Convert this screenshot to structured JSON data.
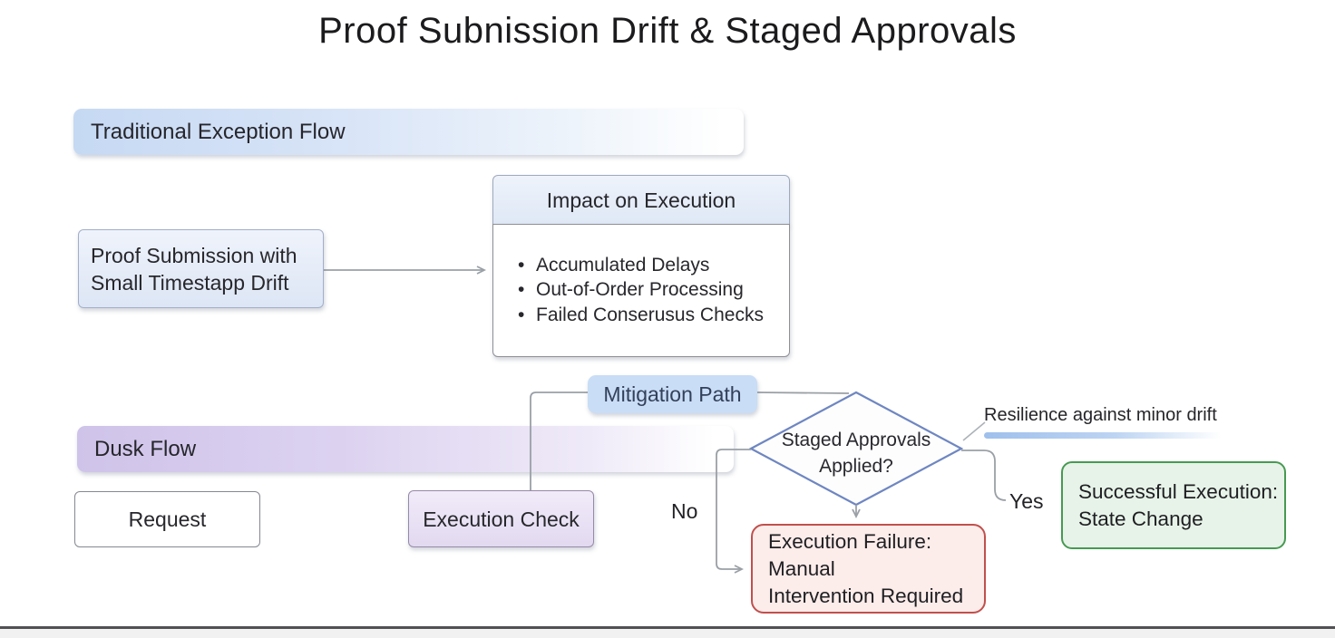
{
  "title": "Proof Subnission Drift & Staged Approvals",
  "sections": {
    "traditional": {
      "banner": "Traditional Exception Flow"
    },
    "dusk": {
      "banner": "Dusk Flow"
    }
  },
  "nodes": {
    "proof_submission": {
      "line1": "Proof Submission with",
      "line2": "Small Timestapp Drift"
    },
    "impact": {
      "header": "Impact on Execution",
      "bullets": [
        "Accumulated Delays",
        "Out-of-Order Processing",
        "Failed Conserusus Checks"
      ]
    },
    "mitigation": {
      "label": "Mitigation Path"
    },
    "request": {
      "label": "Request"
    },
    "execution_check": {
      "label": "Execution Check"
    },
    "decision": {
      "line1": "Staged Approvals",
      "line2": "Applied?"
    },
    "failure": {
      "line1": "Execution Failure: Manual",
      "line2": "Intervention Required"
    },
    "success": {
      "line1": "Successful Execution:",
      "line2": "State Change"
    }
  },
  "edges": {
    "no_label": "No",
    "yes_label": "Yes"
  },
  "annotation": {
    "resilience": "Resilience against minor drift"
  },
  "colors": {
    "traditional_banner": "#c6d9f3",
    "dusk_banner": "#cfc3e9",
    "mitigation_fill": "#c9ddf6",
    "decision_border": "#6e86c1",
    "failure_border": "#c0504d",
    "failure_fill": "#fcecea",
    "success_border": "#469a52",
    "success_fill": "#e7f3e8",
    "connector": "#9aa0a6"
  }
}
